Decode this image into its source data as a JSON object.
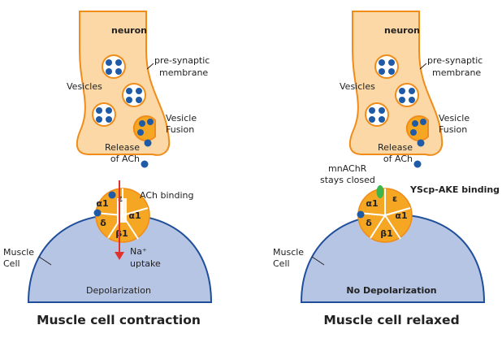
{
  "colors": {
    "neuron_fill": "#fbd8a6",
    "neuron_stroke": "#f08c1a",
    "vesicle_stroke": "#f08c1a",
    "ach_blue": "#1f5aa6",
    "muscle_fill": "#b7c5e4",
    "muscle_stroke": "#1f4f9a",
    "receptor_fill": "#f5a623",
    "receptor_stroke": "#ffffff",
    "arrow_red": "#e0322a",
    "peptide_green": "#3cb54a"
  },
  "panels": [
    {
      "neuron_label": "neuron",
      "presynaptic_label": [
        "pre-synaptic",
        "membrane"
      ],
      "vesicles_label": "Vesicles",
      "fusion_label": [
        "Vesicle",
        "Fusion"
      ],
      "release_label": [
        "Release",
        "of ACh"
      ],
      "receptor_subunits": [
        "α1",
        "ε",
        "α1",
        "δ",
        "β1"
      ],
      "binding_label": "ACh binding",
      "uptake_label": [
        "Na⁺",
        "uptake"
      ],
      "muscle_label": [
        "Muscle",
        "Cell"
      ],
      "status_label": "Depolarization",
      "caption": "Muscle cell contraction"
    },
    {
      "neuron_label": "neuron",
      "presynaptic_label": [
        "pre-synaptic",
        "membrane"
      ],
      "vesicles_label": "Vesicles",
      "fusion_label": [
        "Vesicle",
        "Fusion"
      ],
      "release_label": [
        "Release",
        "of ACh"
      ],
      "receptor_subunits": [
        "α1",
        "ε",
        "α1",
        "δ",
        "β1"
      ],
      "receptor_state_label": [
        "mnAChR",
        "stays closed"
      ],
      "binding_label": "YScp-AKE binding",
      "muscle_label": [
        "Muscle",
        "Cell"
      ],
      "status_label": "No Depolarization",
      "caption": "Muscle cell relaxed"
    }
  ]
}
